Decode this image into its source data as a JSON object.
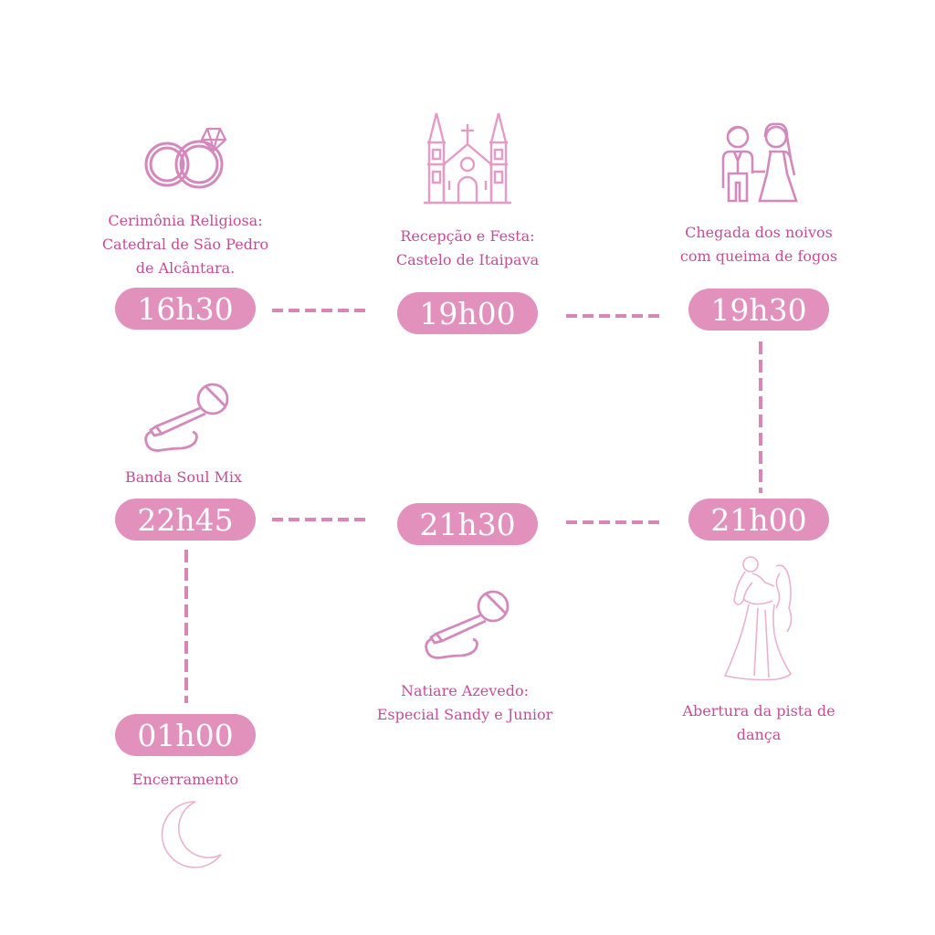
{
  "colors": {
    "pill": "#e291bd",
    "text": "#c54d98",
    "line": "#d886b5",
    "icon": "#d488bc"
  },
  "events": [
    {
      "time": "16h30",
      "lines": [
        "Cerimônia Religiosa:",
        "Catedral de São Pedro",
        "de Alcântara."
      ],
      "icon": "rings-icon"
    },
    {
      "time": "19h00",
      "lines": [
        "Recepção e Festa:",
        "Castelo de Itaipava"
      ],
      "icon": "cathedral-icon"
    },
    {
      "time": "19h30",
      "lines": [
        "Chegada dos noivos",
        "com queima de fogos"
      ],
      "icon": "bride-groom-icon"
    },
    {
      "time": "21h00",
      "lines": [
        "Abertura da pista de",
        "dança"
      ],
      "icon": "dancing-couple-icon"
    },
    {
      "time": "21h30",
      "lines": [
        "Natiare Azevedo:",
        "Especial Sandy e Junior"
      ],
      "icon": "microphone-icon"
    },
    {
      "time": "22h45",
      "lines": [
        "Banda Soul Mix"
      ],
      "icon": "microphone-icon"
    },
    {
      "time": "01h00",
      "lines": [
        "Encerramento"
      ],
      "icon": "crescent-moon-icon"
    }
  ]
}
